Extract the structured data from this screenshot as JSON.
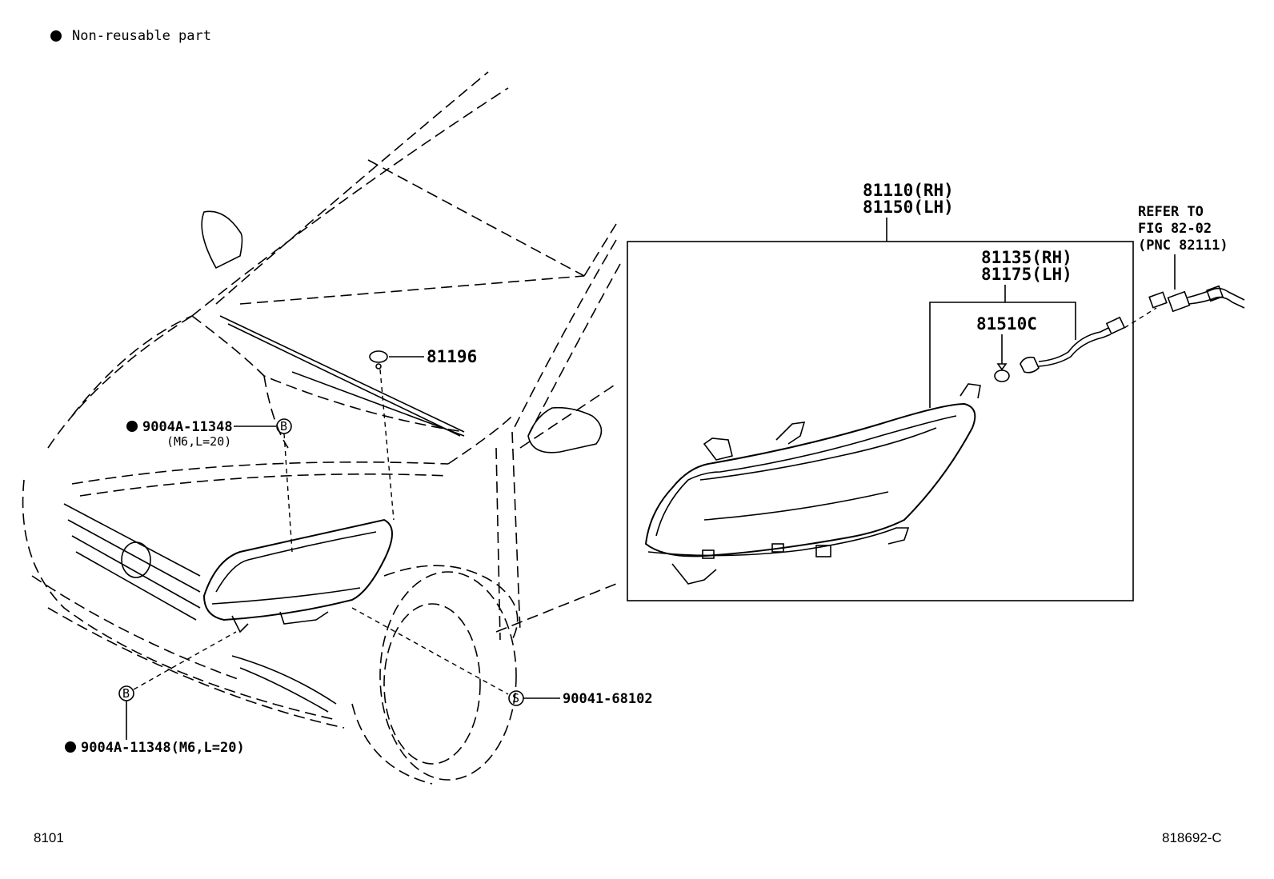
{
  "legend": {
    "symbol": "●",
    "text": "Non-reusable part"
  },
  "callouts": {
    "cap_part": "81196",
    "bolt_upper_part": "9004A-11348",
    "bolt_upper_spec": "(M6,L=20)",
    "bolt_lower_part": "9004A-11348(M6,L=20)",
    "screw_part": "90041-68102",
    "marker_b": "B",
    "marker_s": "S"
  },
  "assembly": {
    "headlamp_rh": "81110(RH)",
    "headlamp_lh": "81150(LH)",
    "socket_rh": "81135(RH)",
    "socket_lh": "81175(LH)",
    "bulb": "81510C"
  },
  "reference": {
    "line1": "REFER TO",
    "line2": "FIG 82-02",
    "line3": "(PNC 82111)"
  },
  "footer": {
    "left_code": "8101",
    "right_code": "818692-C"
  }
}
